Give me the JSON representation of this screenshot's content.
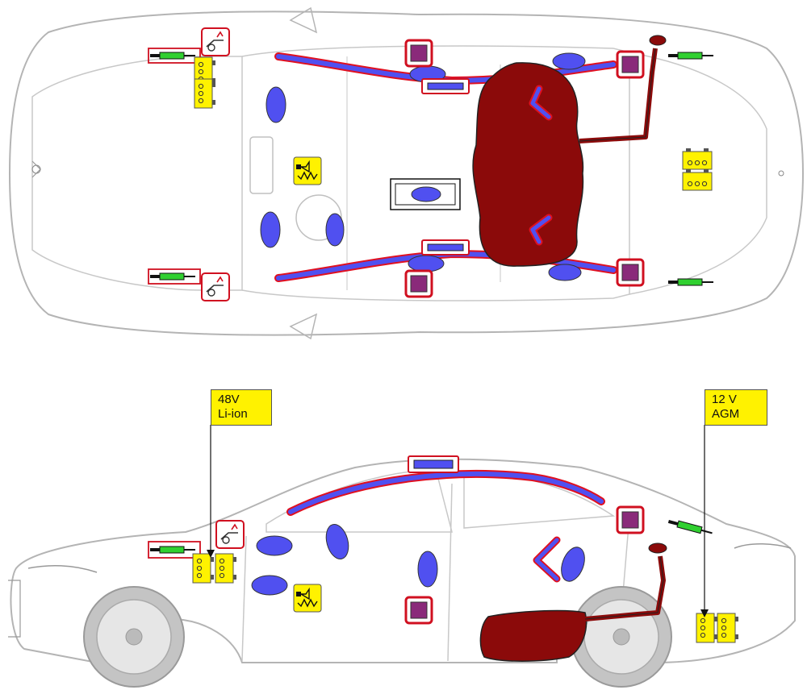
{
  "callouts": {
    "battery_48v": {
      "line1": "48V",
      "line2": "Li-ion"
    },
    "battery_12v": {
      "line1": "12 V",
      "line2": "AGM"
    }
  },
  "colors": {
    "outline": "#b4b4b4",
    "airbag": "#5050f0",
    "airbag_outline": "#e01020",
    "sensor_fill": "#8a2a7a",
    "sensor_frame": "#d01020",
    "fuel_tank": "#8b0a0a",
    "battery": "#fff200",
    "tensioner": "#30d030",
    "warning_frame": "#d01020"
  },
  "icons": [
    "airbag-icon",
    "crash-sensor-icon",
    "battery-icon",
    "belt-tensioner-icon",
    "fuel-tank-icon",
    "hood-hinge-icon",
    "pedestrian-protection-icon"
  ]
}
